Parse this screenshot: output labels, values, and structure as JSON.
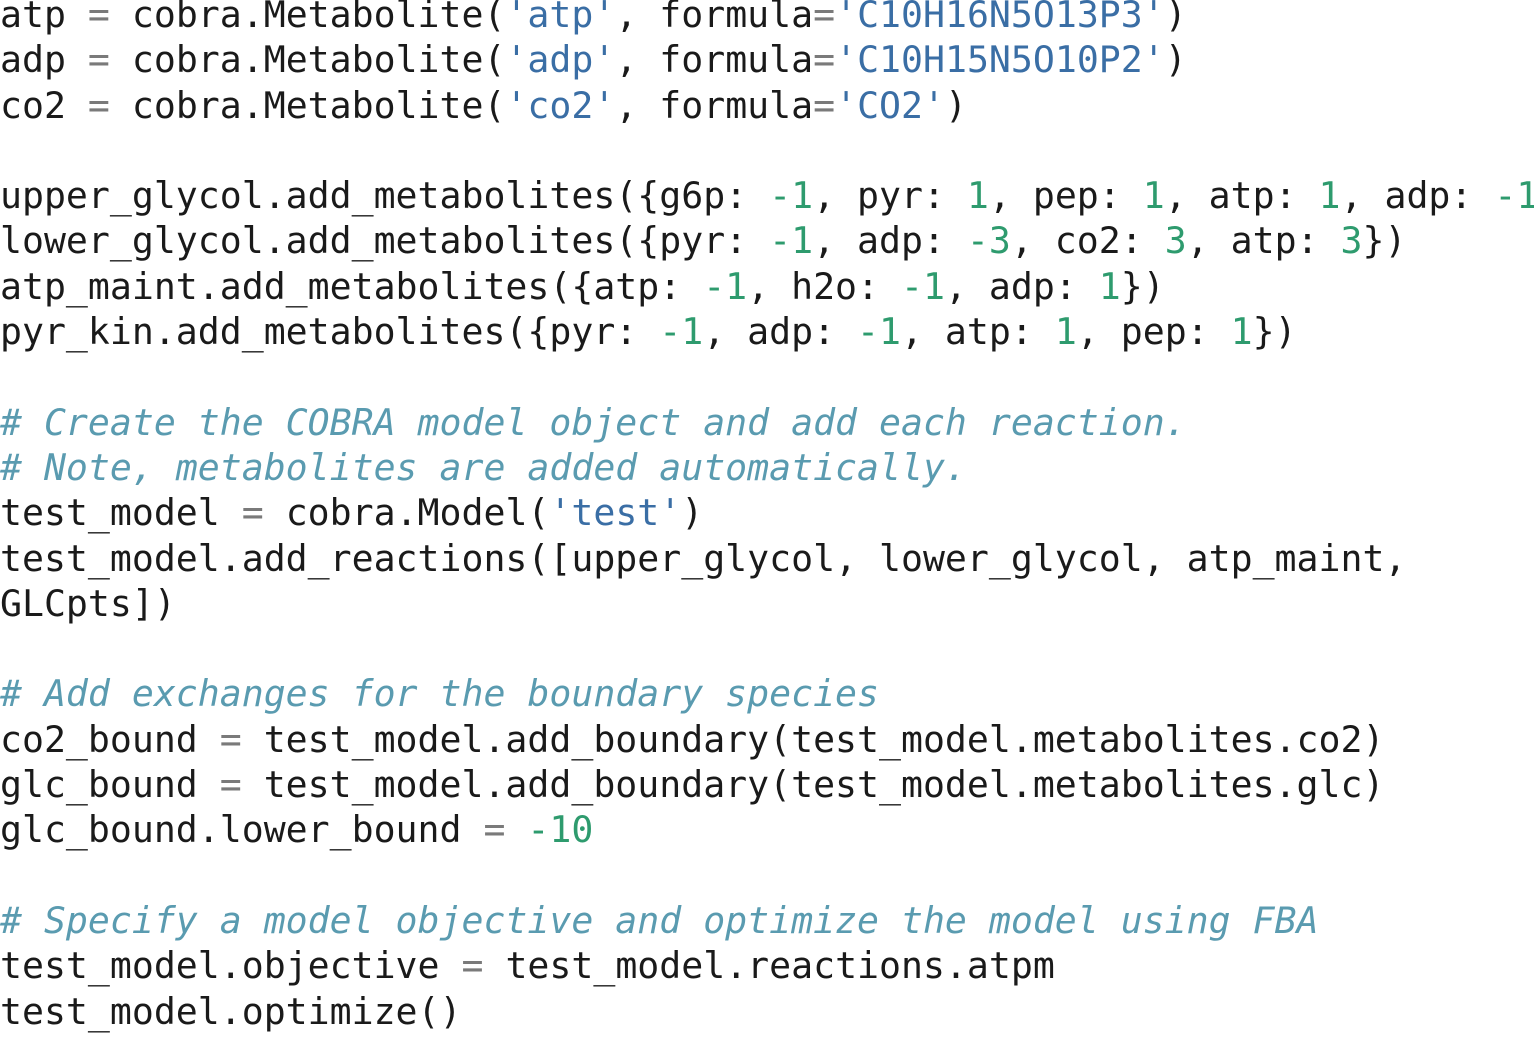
{
  "colors": {
    "text": "#1a1a1a",
    "string": "#3a6ea5",
    "number": "#2e9b6e",
    "operator": "#7a7a7a",
    "comment": "#5a9bb0",
    "background": "#ffffff"
  },
  "code": {
    "lines": [
      [
        [
          "t",
          "atp "
        ],
        [
          "o",
          "="
        ],
        [
          "t",
          " cobra.Metabolite("
        ],
        [
          "s",
          "'atp'"
        ],
        [
          "t",
          ", formula"
        ],
        [
          "o",
          "="
        ],
        [
          "s",
          "'C10H16N5O13P3'"
        ],
        [
          "t",
          ")"
        ]
      ],
      [
        [
          "t",
          "adp "
        ],
        [
          "o",
          "="
        ],
        [
          "t",
          " cobra.Metabolite("
        ],
        [
          "s",
          "'adp'"
        ],
        [
          "t",
          ", formula"
        ],
        [
          "o",
          "="
        ],
        [
          "s",
          "'C10H15N5O10P2'"
        ],
        [
          "t",
          ")"
        ]
      ],
      [
        [
          "t",
          "co2 "
        ],
        [
          "o",
          "="
        ],
        [
          "t",
          " cobra.Metabolite("
        ],
        [
          "s",
          "'co2'"
        ],
        [
          "t",
          ", formula"
        ],
        [
          "o",
          "="
        ],
        [
          "s",
          "'CO2'"
        ],
        [
          "t",
          ")"
        ]
      ],
      [],
      [
        [
          "t",
          "upper_glycol.add_metabolites({g6p: "
        ],
        [
          "n",
          "-1"
        ],
        [
          "t",
          ", pyr: "
        ],
        [
          "n",
          "1"
        ],
        [
          "t",
          ", pep: "
        ],
        [
          "n",
          "1"
        ],
        [
          "t",
          ", atp: "
        ],
        [
          "n",
          "1"
        ],
        [
          "t",
          ", adp: "
        ],
        [
          "n",
          "-1"
        ],
        [
          "t",
          "})"
        ]
      ],
      [
        [
          "t",
          "lower_glycol.add_metabolites({pyr: "
        ],
        [
          "n",
          "-1"
        ],
        [
          "t",
          ", adp: "
        ],
        [
          "n",
          "-3"
        ],
        [
          "t",
          ", co2: "
        ],
        [
          "n",
          "3"
        ],
        [
          "t",
          ", atp: "
        ],
        [
          "n",
          "3"
        ],
        [
          "t",
          "})"
        ]
      ],
      [
        [
          "t",
          "atp_maint.add_metabolites({atp: "
        ],
        [
          "n",
          "-1"
        ],
        [
          "t",
          ", h2o: "
        ],
        [
          "n",
          "-1"
        ],
        [
          "t",
          ", adp: "
        ],
        [
          "n",
          "1"
        ],
        [
          "t",
          "})"
        ]
      ],
      [
        [
          "t",
          "pyr_kin.add_metabolites({pyr: "
        ],
        [
          "n",
          "-1"
        ],
        [
          "t",
          ", adp: "
        ],
        [
          "n",
          "-1"
        ],
        [
          "t",
          ", atp: "
        ],
        [
          "n",
          "1"
        ],
        [
          "t",
          ", pep: "
        ],
        [
          "n",
          "1"
        ],
        [
          "t",
          "})"
        ]
      ],
      [],
      [
        [
          "c",
          "# Create the COBRA model object and add each reaction."
        ]
      ],
      [
        [
          "c",
          "# Note, metabolites are added automatically."
        ]
      ],
      [
        [
          "t",
          "test_model "
        ],
        [
          "o",
          "="
        ],
        [
          "t",
          " cobra.Model("
        ],
        [
          "s",
          "'test'"
        ],
        [
          "t",
          ")"
        ]
      ],
      [
        [
          "t",
          "test_model.add_reactions([upper_glycol, lower_glycol, atp_maint,"
        ]
      ],
      [
        [
          "t",
          "GLCpts])"
        ]
      ],
      [],
      [
        [
          "c",
          "# Add exchanges for the boundary species"
        ]
      ],
      [
        [
          "t",
          "co2_bound "
        ],
        [
          "o",
          "="
        ],
        [
          "t",
          " test_model.add_boundary(test_model.metabolites.co2)"
        ]
      ],
      [
        [
          "t",
          "glc_bound "
        ],
        [
          "o",
          "="
        ],
        [
          "t",
          " test_model.add_boundary(test_model.metabolites.glc)"
        ]
      ],
      [
        [
          "t",
          "glc_bound.lower_bound "
        ],
        [
          "o",
          "="
        ],
        [
          "t",
          " "
        ],
        [
          "n",
          "-10"
        ]
      ],
      [],
      [
        [
          "c",
          "# Specify a model objective and optimize the model using FBA"
        ]
      ],
      [
        [
          "t",
          "test_model.objective "
        ],
        [
          "o",
          "="
        ],
        [
          "t",
          " test_model.reactions.atpm"
        ]
      ],
      [
        [
          "t",
          "test_model.optimize()"
        ]
      ]
    ]
  }
}
